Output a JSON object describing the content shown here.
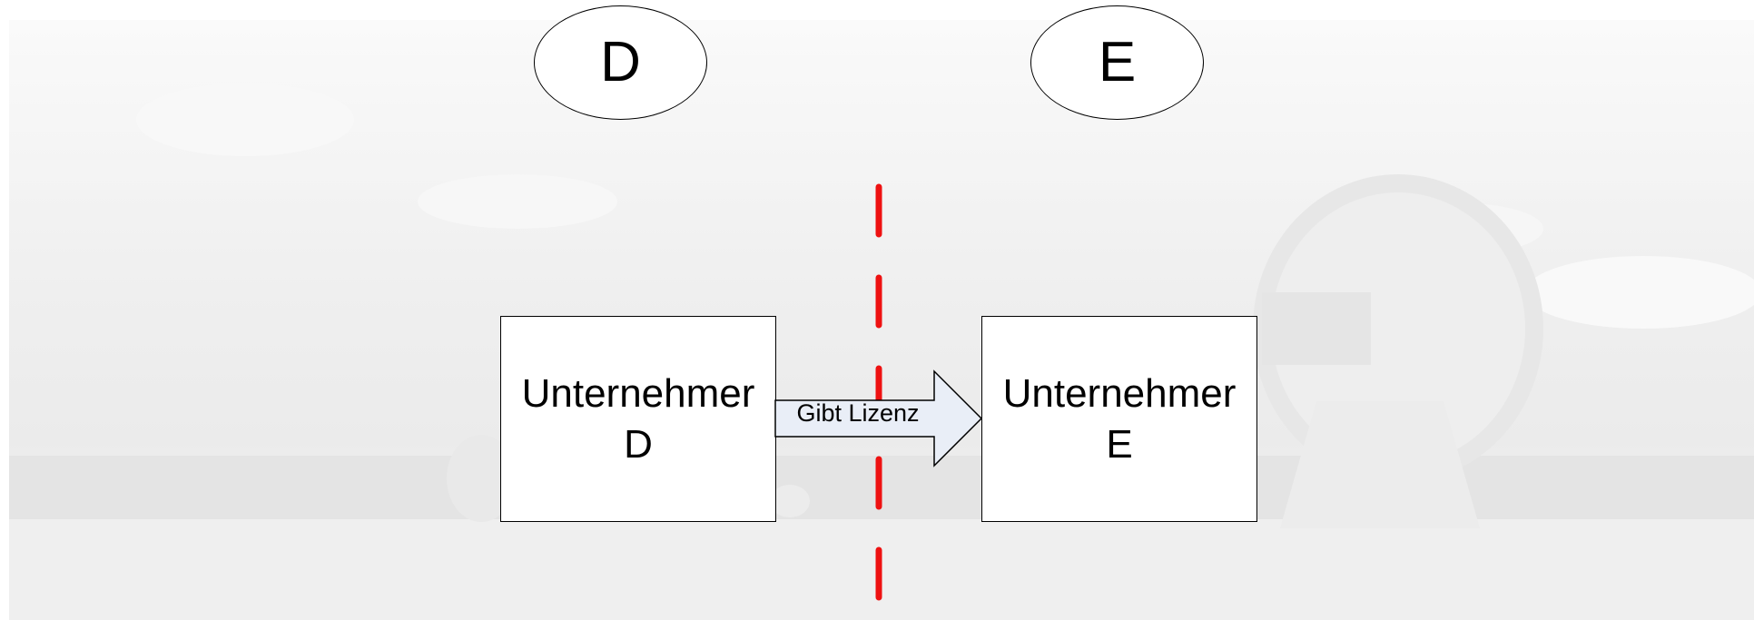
{
  "diagram": {
    "country_left": {
      "label": "D"
    },
    "country_right": {
      "label": "E"
    },
    "party_left": {
      "line1": "Unternehmer",
      "line2": "D"
    },
    "party_right": {
      "line1": "Unternehmer",
      "line2": "E"
    },
    "relation": {
      "label": "Gibt Lizenz",
      "direction": "left-to-right"
    },
    "border": {
      "style": "dashed",
      "color": "#ee1111"
    }
  },
  "colors": {
    "arrow_fill": "#e9eef7",
    "background_tint": "#f2f2f2"
  }
}
